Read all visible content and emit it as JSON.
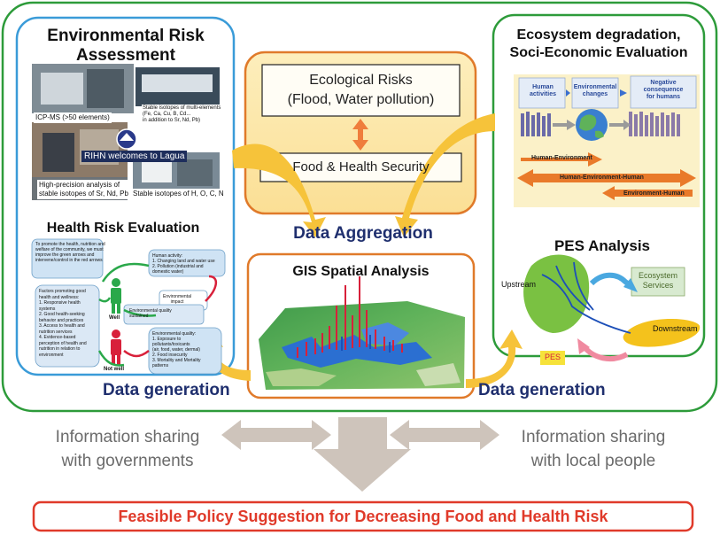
{
  "colors": {
    "outer_border": "#2d9b3a",
    "left_border": "#3a9bd8",
    "right_border": "#2d9b3a",
    "center_border": "#e07a2a",
    "yellow_arrow": "#f6c33a",
    "orange_arrow": "#ef9f3c",
    "policy_border": "#e03a2a",
    "policy_text": "#e03a2a",
    "navy_text": "#1f2f6e",
    "grey_text": "#6b6b6b"
  },
  "left_panel": {
    "title_line1": "Environmental Risk",
    "title_line2": "Assessment",
    "photo_labels": {
      "icp": "ICP-MS (>50 elements)",
      "stable_multi_1": "Stable isotopes of multi-elements",
      "stable_multi_2": "(Fe, Ca, Cu, B, Cd...",
      "stable_multi_3": "in addition to Sr, Nd, Pb)",
      "rihn": "RIHN welcomes to Lagua",
      "high_precision_1": "High-precision analysis of",
      "high_precision_2": "stable isotopes of Sr, Nd, Pb",
      "stable_hocn": "Stable isotopes of H, O, C, N"
    },
    "health_title": "Health Risk Evaluation",
    "health_intro": [
      "To promote the health, nutrition and",
      "welfare of the community, we must",
      "improve the green arrows and",
      "intervene/control in the red arrows"
    ],
    "health_activity": [
      "Human activity:",
      "1. Changing land and water use",
      "2. Pollution (industrial and",
      "domestic water)"
    ],
    "health_factors": [
      "Factors promoting good",
      "health and wellness:",
      "1. Responsive health",
      "systems",
      "2. Good health-seeking",
      "behavior and practices",
      "3. Access to health and",
      "nutrition services",
      "4. Evidence-based",
      "perception of health and",
      "nutrition in relation to",
      "environment"
    ],
    "env_impact": [
      "Environmental",
      "impact"
    ],
    "env_sustained": [
      "Environmental quality",
      "sustained"
    ],
    "env_quality": [
      "Environmental quality:",
      "1. Exposure to",
      "pollutants/toxicants",
      "(air, food, water, dermal)",
      "2. Food insecurity",
      "3. Mortality and Mortality",
      "patterns"
    ],
    "well_label": "Well",
    "notwell_label": "Not well"
  },
  "center_panel": {
    "eco_risks_line1": "Ecological Risks",
    "eco_risks_line2": "(Flood, Water pollution)",
    "food_health": "Food & Health Security",
    "data_aggregation": "Data Aggregation",
    "gis_title": "GIS Spatial Analysis"
  },
  "right_panel": {
    "title_line1": "Ecosystem degradation,",
    "title_line2": "Soci-Economic Evaluation",
    "human_activities": [
      "Human",
      "activities"
    ],
    "env_changes": [
      "Environmental",
      "changes"
    ],
    "negative": [
      "Negative",
      "consequence",
      "for humans"
    ],
    "arrow1": "Human-Environment",
    "arrow2": "Human-Environment-Human",
    "arrow3": "Environment-Human",
    "pes_title": "PES Analysis",
    "upstream": "Upstream",
    "downstream": "Downstream",
    "eco_services": [
      "Ecosystem",
      "Services"
    ],
    "pes_label": "PES"
  },
  "data_generation_left": "Data generation",
  "data_generation_right": "Data generation",
  "info_gov_line1": "Information sharing",
  "info_gov_line2": "with governments",
  "info_local_line1": "Information sharing",
  "info_local_line2": "with local people",
  "policy": "Feasible Policy Suggestion for Decreasing Food and Health Risk"
}
